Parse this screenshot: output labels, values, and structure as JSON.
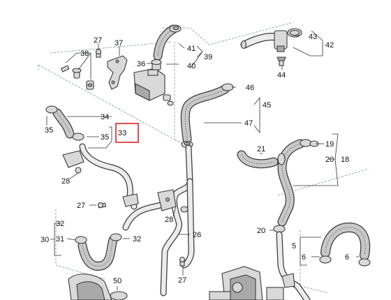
{
  "callouts": {
    "n5": "5",
    "n6a": "6",
    "n6b": "6",
    "n18": "18",
    "n19": "19",
    "n20a": "20",
    "n20b": "20",
    "n21": "21",
    "n26": "26",
    "n27a": "27",
    "n27b": "27",
    "n27c": "27",
    "n28a": "28",
    "n28b": "28",
    "n30": "30",
    "n31": "31",
    "n32a": "32",
    "n32b": "32",
    "n33": "33",
    "n34": "34",
    "n35a": "35",
    "n35b": "35",
    "n36": "36",
    "n37": "37",
    "n38": "38",
    "n39": "39",
    "n40": "40",
    "n41": "41",
    "n42": "42",
    "n43": "43",
    "n44": "44",
    "n45": "45",
    "n46": "46",
    "n47": "47",
    "n50": "50"
  },
  "colors": {
    "highlight_box": "#e02020",
    "dashed_guide": "#7a8ea6",
    "line": "#333333",
    "part_fill": "#d9d9d9"
  }
}
